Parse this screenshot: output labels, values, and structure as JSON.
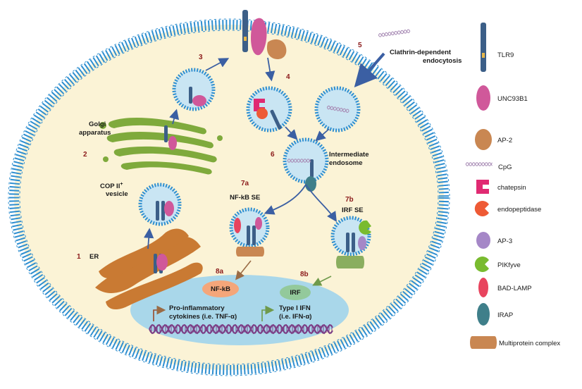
{
  "labels": {
    "golgi": [
      "Golgi",
      "apparatus"
    ],
    "copii": [
      "COP II",
      "+",
      "vesicle"
    ],
    "er": "ER",
    "clathrin": [
      "Clathrin-dependent",
      "endocytosis"
    ],
    "intermediate": [
      "Intermediate",
      "endosome"
    ],
    "nfkb_se": "NF-kB SE",
    "irf_se": "IRF SE",
    "nfkb": "NF-kB",
    "irf": "IRF",
    "proinflammatory": [
      "Pro-inflammatory",
      "cytokines (i.e. TNF-α)"
    ],
    "type1ifn": [
      "Type I IFN",
      "(i.e. IFN-α)"
    ]
  },
  "steps": [
    "1",
    "2",
    "3",
    "4",
    "5",
    "6",
    "7a",
    "7b",
    "8a",
    "8b"
  ],
  "legend": [
    {
      "label": "TLR9",
      "icon": "tlr9-icon"
    },
    {
      "label": "UNC93B1",
      "icon": "unc93b1-icon"
    },
    {
      "label": "AP-2",
      "icon": "ap2-icon"
    },
    {
      "label": "CpG",
      "icon": "cpg-icon"
    },
    {
      "label": "chatepsin",
      "icon": "cathepsin-icon"
    },
    {
      "label": "endopeptidase",
      "icon": "endopeptidase-icon"
    },
    {
      "label": "AP-3",
      "icon": "ap3-icon"
    },
    {
      "label": "PIKfyve",
      "icon": "pikfyve-icon"
    },
    {
      "label": "BAD-LAMP",
      "icon": "badlamp-icon"
    },
    {
      "label": "IRAP",
      "icon": "irap-icon"
    },
    {
      "label": "Multiprotein complex",
      "icon": "multiprotein-complex-icon"
    }
  ],
  "colors": {
    "membrane": "#2f8fd0",
    "cytoplasm": "#fbf3d6",
    "nucleus": "#a9d7ea",
    "vesicle": "#c9e5f3",
    "tlr9": "#3c5f88",
    "tlr9_band": "#e8b84a",
    "unc93b1": "#d0589a",
    "ap2": "#c98752",
    "golgi": "#7faa3c",
    "er": "#c97a33",
    "cathepsin": "#e02a72",
    "endopeptidase": "#ee5a35",
    "ap3": "#a587c7",
    "pikfyve": "#79bb2f",
    "badlamp": "#e8445e",
    "irap": "#3f7f8a",
    "complex_orange": "#c98752",
    "complex_green": "#8aae5f",
    "arrow": "#3b5fa3",
    "nfkb_oval": "#f4a67a",
    "irf_oval": "#93c99b",
    "step_text": "#8b1a1a",
    "dna": "#7c3f86"
  }
}
